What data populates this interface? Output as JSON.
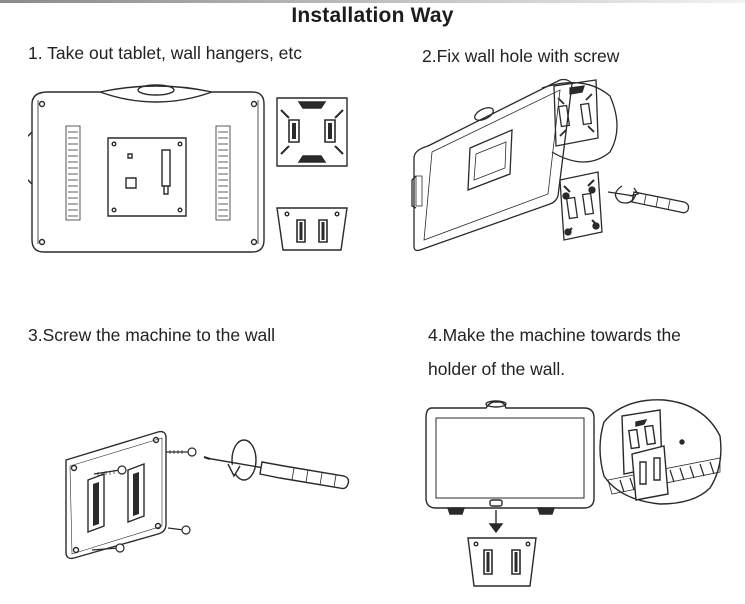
{
  "title": "Installation Way",
  "steps": [
    {
      "lines": [
        "1. Take out tablet, wall hangers, etc"
      ]
    },
    {
      "lines": [
        "2.Fix wall hole with screw"
      ]
    },
    {
      "lines": [
        "3.Screw the machine to the wall"
      ]
    },
    {
      "lines": [
        "4.Make the machine towards the",
        "holder of the wall."
      ]
    }
  ],
  "colors": {
    "line": "#2a2a2a",
    "accent_bar": "#9a9a9a",
    "background": "#ffffff"
  },
  "icons": [
    "tablet-back-illustration",
    "wall-plate-illustration",
    "wall-hanger-illustration",
    "screwdriver-icon",
    "screw-icon",
    "rotation-arrow-icon",
    "down-arrow-icon"
  ]
}
